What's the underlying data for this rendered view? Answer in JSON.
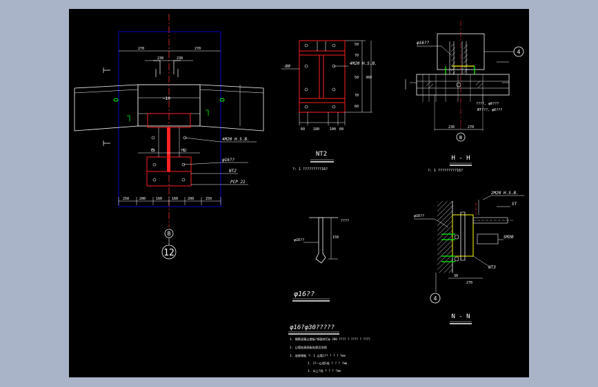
{
  "colors": {
    "frame": "#aab4c8",
    "sheet": "#000000",
    "line": "#ffffff",
    "dim": "#ffffff",
    "hidden": "#0000ff",
    "steel": "#ff2020",
    "center": "#ff3030",
    "accent": "#00ff00",
    "edge": "#ffff00"
  },
  "left_view": {
    "dims_top": [
      "270",
      "230",
      "270",
      "230"
    ],
    "dims_mid": [
      "75",
      "75"
    ],
    "plate_width": "~10",
    "dims_bottom": [
      "250",
      "200",
      "160",
      "160",
      "200",
      "250"
    ],
    "labels": {
      "bolts": "4M20 H.S.B.",
      "phi": "φ16??",
      "nt2": "NT2",
      "pcp": "PCP 21"
    },
    "axis_b": "B",
    "axis_12": "12"
  },
  "nt2_view": {
    "flange_label": "-80",
    "bolts_label": "4M20 H.S.B.",
    "side_dims": [
      "50",
      "70",
      "50",
      "70",
      "60"
    ],
    "bottom_dims": [
      "60",
      "180",
      "100",
      "60"
    ],
    "total": "360",
    "title": "NT2",
    "note": "?: 1 ?????????16?"
  },
  "section_top": {
    "phi": "φ16??",
    "label_a": "????, φ6???",
    "label_b": "NT???, φ6???",
    "dims_bottom": [
      "230",
      "270"
    ],
    "axis_4": "4",
    "axis_b": "B",
    "title": "H - H",
    "note": "?: 1 ?????????16?"
  },
  "stud_detail": {
    "label_top": "????",
    "phi": "φ16??",
    "dim": "150",
    "title": "φ16??"
  },
  "section_bottom": {
    "bolts": "2M20 H.S.B.",
    "phi": "φ16??",
    "st": "ST",
    "sm": "SM30",
    "nt3": "NT3",
    "dims": [
      "30",
      "270"
    ],
    "axis_4": "4",
    "title": "N - N"
  },
  "notes": {
    "title": "φ16?φ30?????",
    "lines": [
      "1. 钢筋混凝土楼板/钢梁栓钉φ 200 ????  ? ???? ? ????",
      "2. 山墙处屋面板处理见详图",
      "3. 连接钢板 ?: 1  山墙1?? ? ? ? ?mm",
      "2. 1?一山墙1处 ? ? ? ?mm",
      "3. 以上?处 ? ? ? ?mm"
    ]
  }
}
